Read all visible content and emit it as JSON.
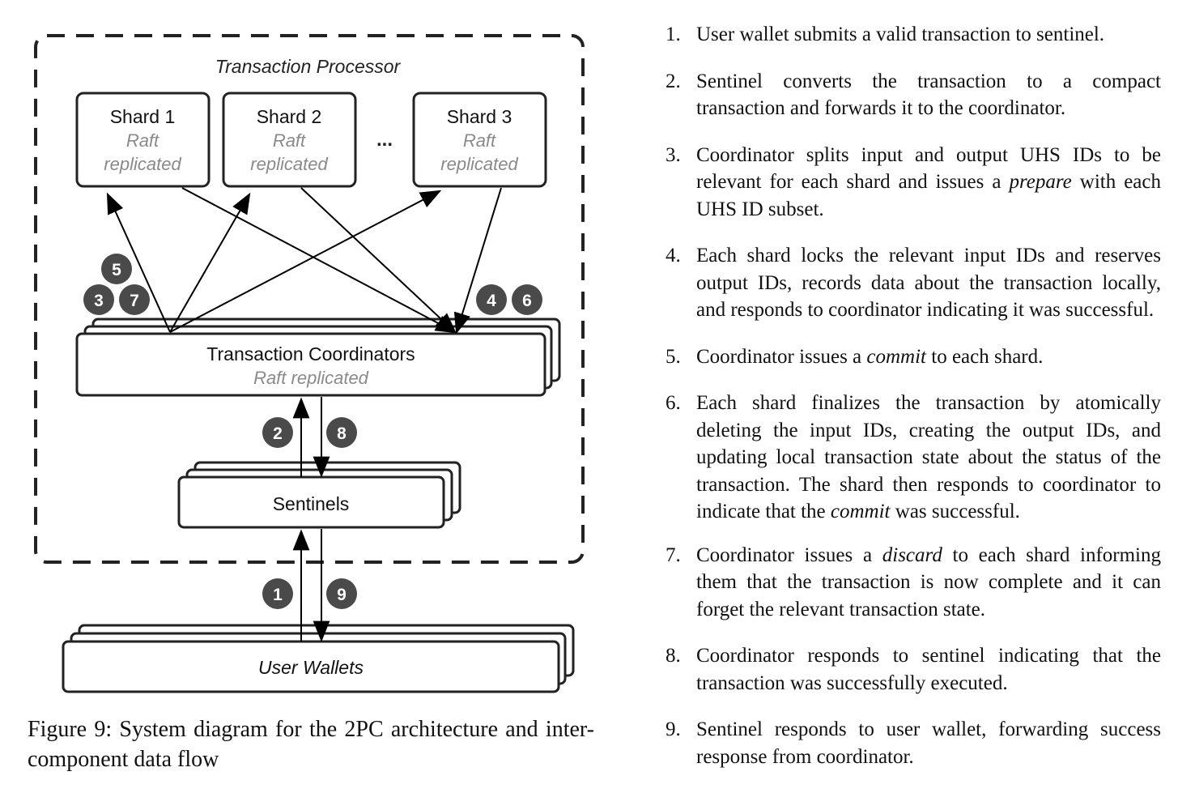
{
  "diagram": {
    "processor_label": "Transaction Processor",
    "shards": [
      {
        "name": "Shard 1",
        "sub1": "Raft",
        "sub2": "replicated"
      },
      {
        "name": "Shard 2",
        "sub1": "Raft",
        "sub2": "replicated"
      },
      {
        "name": "Shard 3",
        "sub1": "Raft",
        "sub2": "replicated"
      }
    ],
    "ellipsis": "...",
    "coordinators": {
      "title": "Transaction Coordinators",
      "sub": "Raft replicated"
    },
    "sentinels": {
      "title": "Sentinels"
    },
    "wallets": {
      "title": "User Wallets"
    },
    "badges": [
      "1",
      "2",
      "3",
      "4",
      "5",
      "6",
      "7",
      "8",
      "9"
    ]
  },
  "caption": "Figure 9: System diagram for the 2PC architecture and inter-component data flow",
  "steps": [
    {
      "num": "1.",
      "parts": [
        "User wallet submits a valid transaction to sentinel."
      ]
    },
    {
      "num": "2.",
      "parts": [
        "Sentinel converts the transaction to a compact transaction and forwards it to the coordinator."
      ]
    },
    {
      "num": "3.",
      "parts": [
        "Coordinator splits input and output UHS IDs to be relevant for each shard and issues a ",
        "prepare",
        " with each UHS ID subset."
      ]
    },
    {
      "num": "4.",
      "parts": [
        "Each shard locks the relevant input IDs and reserves output IDs, records data about the transaction locally, and responds to coordinator indicating it was successful."
      ]
    },
    {
      "num": "5.",
      "parts": [
        "Coordinator issues a ",
        "commit",
        " to each shard."
      ]
    },
    {
      "num": "6.",
      "parts": [
        "Each shard finalizes the transaction by atomically deleting the input IDs, creating the output IDs, and updating local transaction state about the status of the transaction. The shard then responds to coordinator to indicate that the ",
        "commit",
        " was successful."
      ]
    },
    {
      "num": "7.",
      "parts": [
        "Coordinator issues a ",
        "discard",
        " to each shard informing them that the transaction is now complete and it can forget the relevant transaction state."
      ]
    },
    {
      "num": "8.",
      "parts": [
        "Coordinator responds to sentinel indicating that the transaction was successfully executed."
      ]
    },
    {
      "num": "9.",
      "parts": [
        "Sentinel responds to user wallet, forwarding success response from coordinator."
      ]
    }
  ]
}
